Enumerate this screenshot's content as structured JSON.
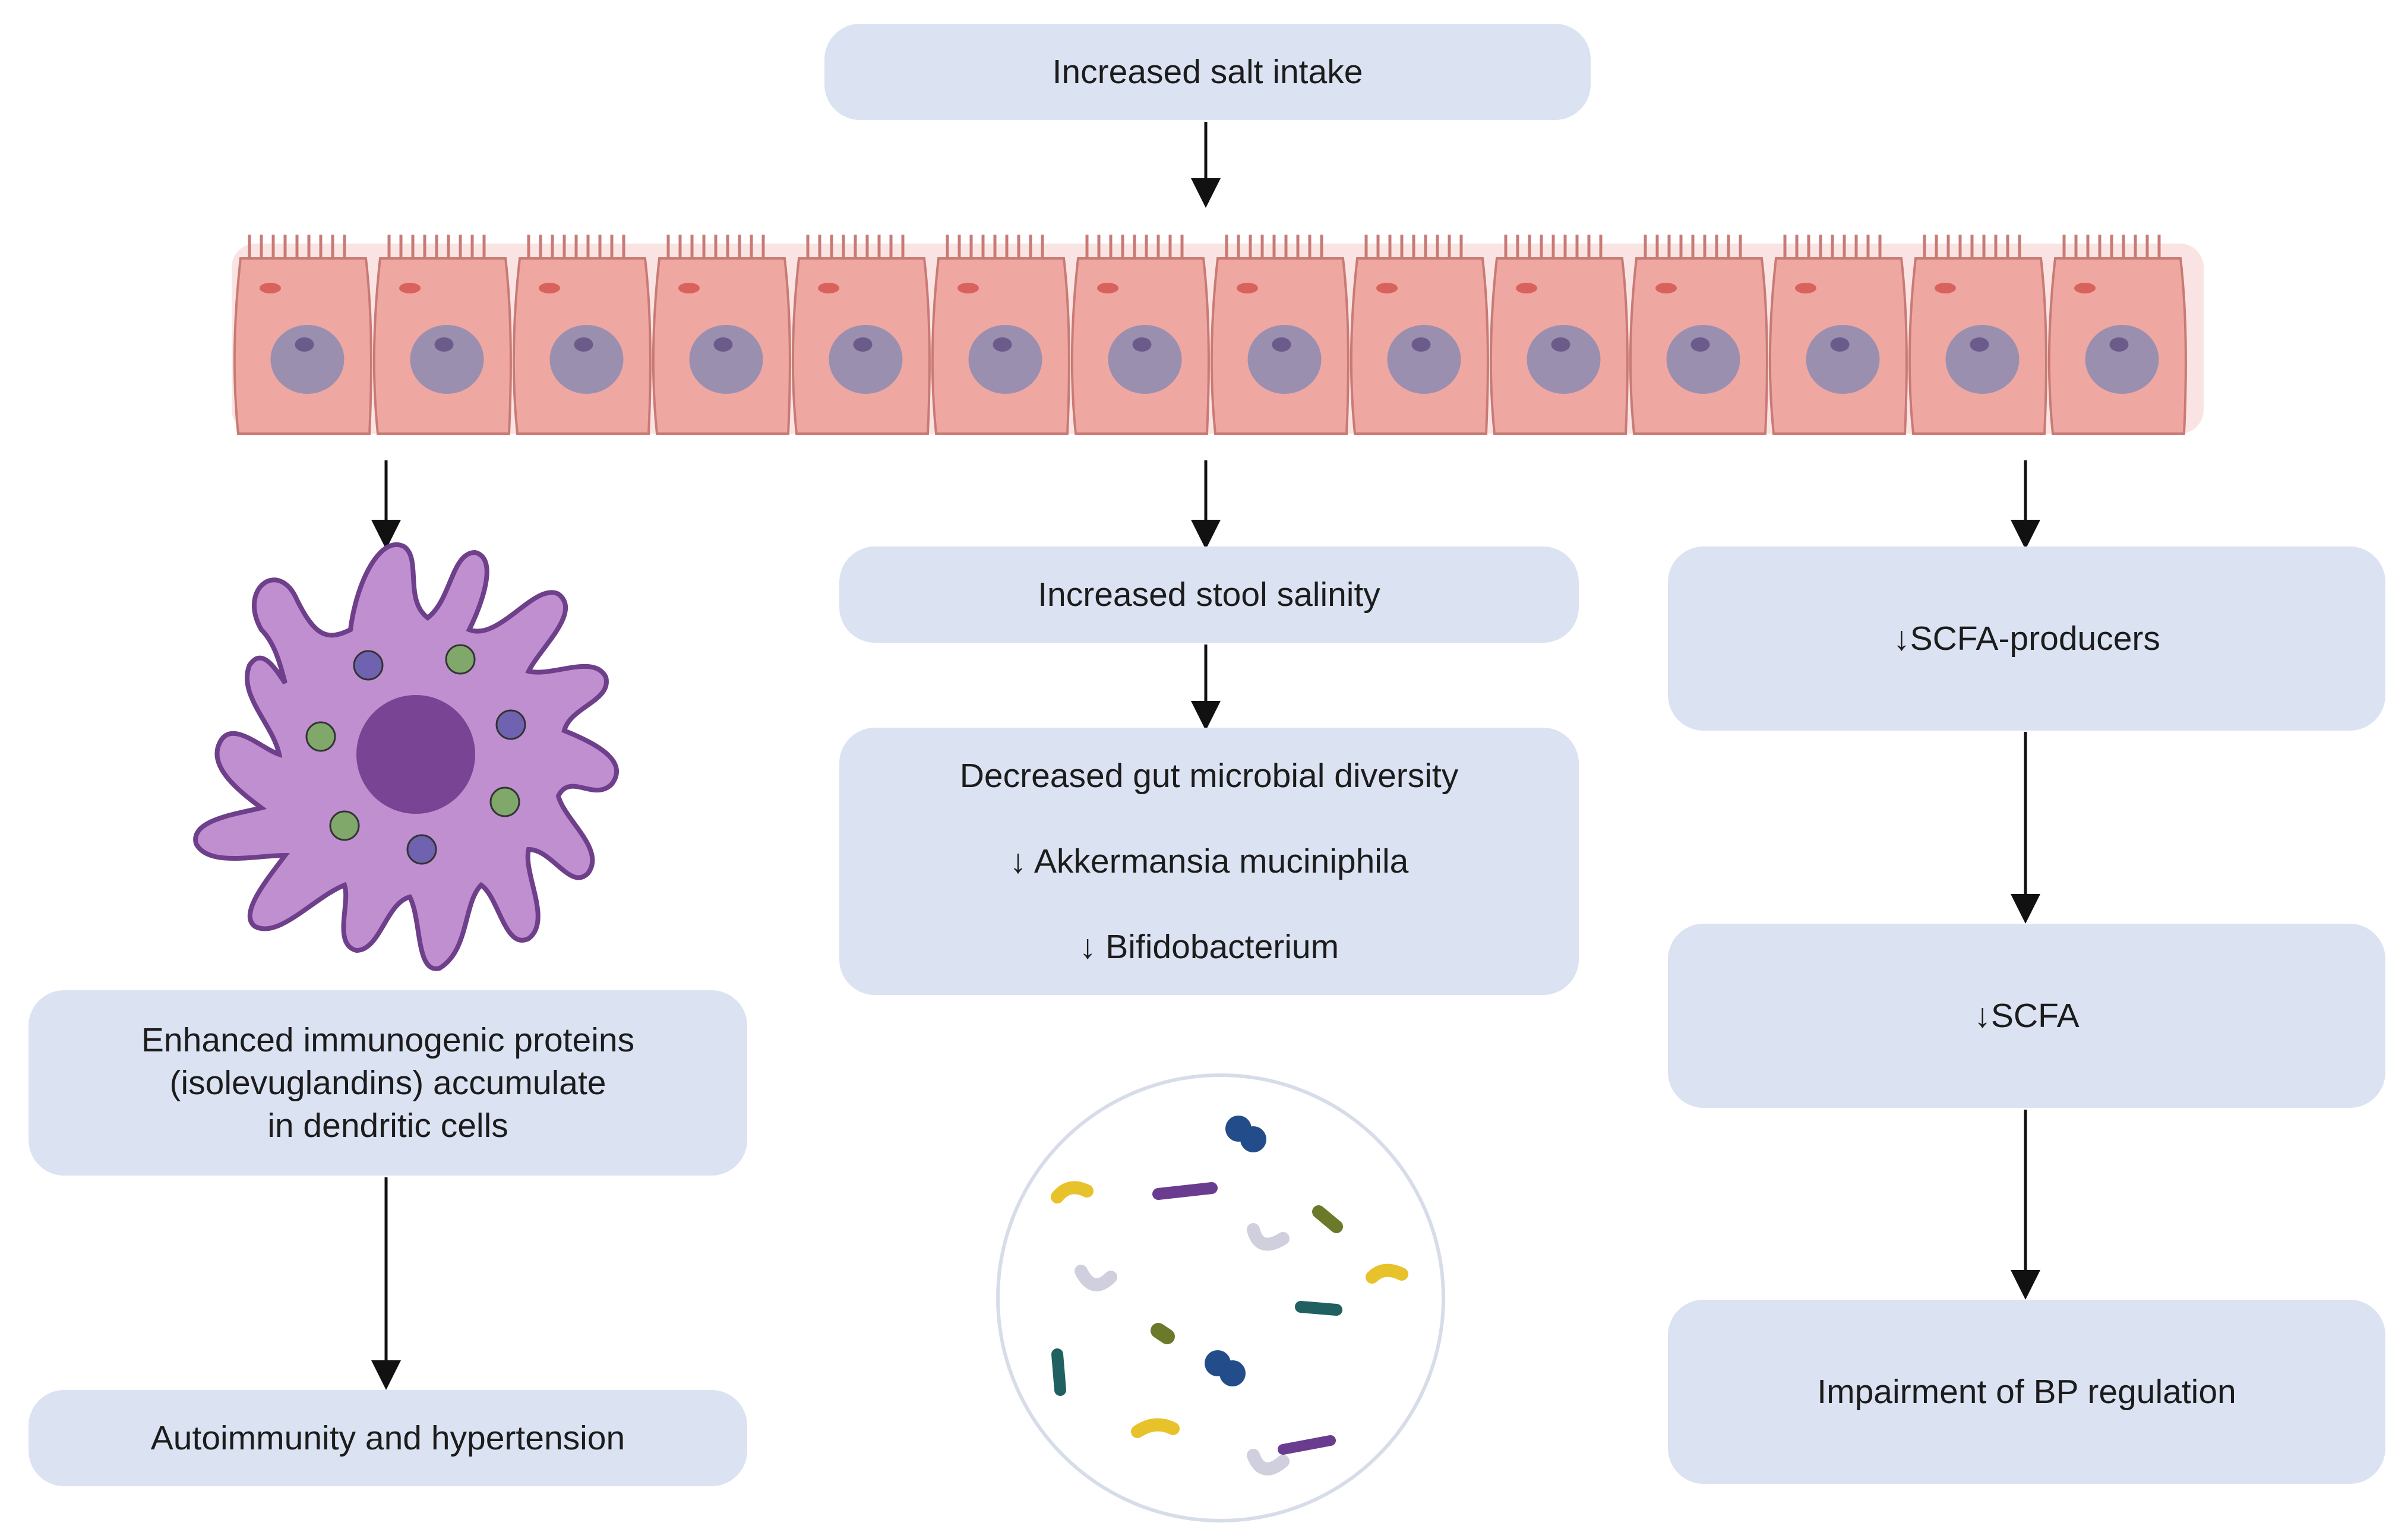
{
  "boxes": {
    "salt_intake": "Increased salt intake",
    "stool_salinity": "Increased stool salinity",
    "microbial_diversity": {
      "line1": "Decreased gut microbial diversity",
      "line2": "↓ Akkermansia muciniphila",
      "line3": "↓ Bifidobacterium"
    },
    "scfa_producers": "↓SCFA-producers",
    "scfa": "↓SCFA",
    "bp_regulation": "Impairment of BP regulation",
    "immunogenic": {
      "line1": "Enhanced immunogenic proteins",
      "line2": "(isolevuglandins) accumulate",
      "line3": "in dendritic cells"
    },
    "autoimmunity": "Autoimmunity and hypertension"
  },
  "colors": {
    "box_fill": "#dbe2f2",
    "cell_fill": "#efa7a2",
    "nucleus": "#9b8fb0",
    "dendritic": "#c08fd0",
    "arrow": "#111111"
  },
  "icons": [
    "epithelium-cell-layer",
    "dendritic-cell-icon",
    "gut-bacteria-dish-icon"
  ]
}
